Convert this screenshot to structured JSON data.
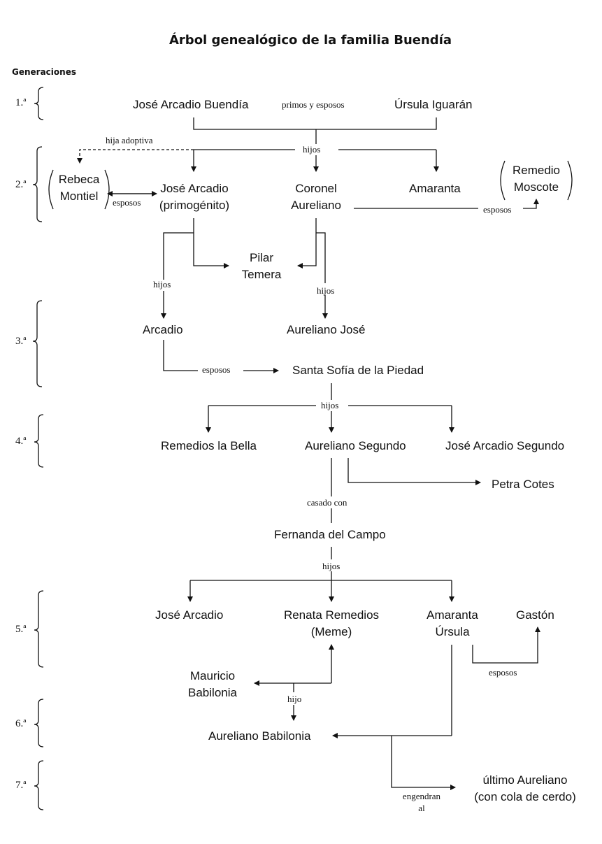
{
  "title": "Árbol genealógico de la familia Buendía",
  "generations_heading": "Generaciones",
  "generations": [
    "1.ª",
    "2.ª",
    "3.ª",
    "4.ª",
    "5.ª",
    "6.ª",
    "7.ª"
  ],
  "people": {
    "jose_arcadio_buendia": "José Arcadio Buendía",
    "ursula_iguaran": "Úrsula Iguarán",
    "rebeca": [
      "Rebeca",
      "Montiel"
    ],
    "jose_arcadio_primogenito": [
      "José Arcadio",
      "(primogénito)"
    ],
    "coronel_aureliano": [
      "Coronel",
      "Aureliano"
    ],
    "amaranta": "Amaranta",
    "remedio_moscote": [
      "Remedio",
      "Moscote"
    ],
    "pilar_ternera": [
      "Pilar",
      "Temera"
    ],
    "arcadio": "Arcadio",
    "aureliano_jose": "Aureliano José",
    "santa_sofia": "Santa Sofía de la Piedad",
    "remedios_la_bella": "Remedios la Bella",
    "aureliano_segundo": "Aureliano Segundo",
    "jose_arcadio_segundo": "José Arcadio Segundo",
    "petra_cotes": "Petra Cotes",
    "fernanda_del_campo": "Fernanda del Campo",
    "jose_arcadio_5": "José Arcadio",
    "renata_remedios": [
      "Renata Remedios",
      "(Meme)"
    ],
    "amaranta_ursula": [
      "Amaranta",
      "Úrsula"
    ],
    "gaston": "Gastón",
    "mauricio_babilonia": [
      "Mauricio",
      "Babilonia"
    ],
    "aureliano_babilonia": "Aureliano Babilonia",
    "ultimo_aureliano": [
      "último Aureliano",
      "(con cola de cerdo)"
    ]
  },
  "relations": {
    "primos_y_esposos": "primos y esposos",
    "hija_adoptiva": "hija adoptiva",
    "hijos_1": "hijos",
    "esposos_rebeca": "esposos",
    "esposos_remedio": "esposos",
    "hijos_jose_arcadio": "hijos",
    "hijos_aureliano": "hijos",
    "esposos_arcadio": "esposos",
    "hijos_3": "hijos",
    "casado_con": "casado con",
    "hijos_4": "hijos",
    "esposos_gaston": "esposos",
    "hijo": "hijo",
    "engendran_al": [
      "engendran",
      "al"
    ]
  }
}
